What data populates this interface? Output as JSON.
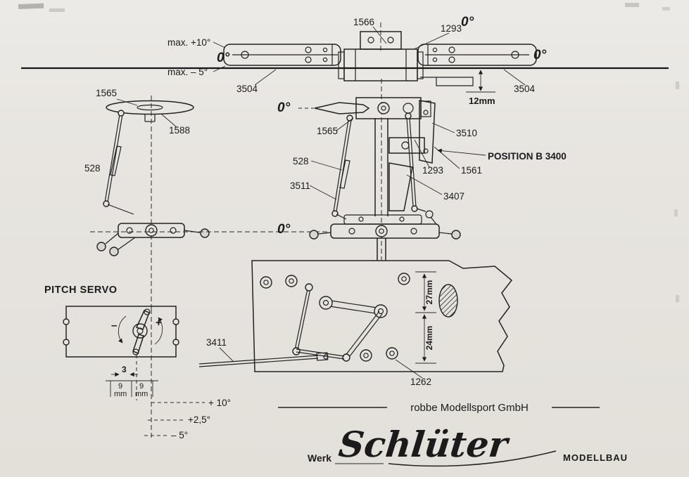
{
  "colors": {
    "paper": "#e7e4df",
    "ink": "#1e1e1e"
  },
  "top_view": {
    "part_1566": "1566",
    "part_1293": "1293",
    "zero_top": "0°",
    "zero_left": "0°",
    "zero_right": "0°",
    "max_plus": "max. +10°",
    "max_minus": "max. – 5°",
    "part_3504_left": "3504",
    "part_3504_right": "3504",
    "dim_12mm": "12mm"
  },
  "swash_left": {
    "part_1565": "1565",
    "part_1588": "1588",
    "part_528": "528"
  },
  "head_center": {
    "zero_mid": "0°",
    "zero_low": "0°",
    "part_1565": "1565",
    "part_528": "528",
    "part_3511": "3511",
    "part_3510": "3510",
    "part_1293": "1293",
    "part_1561": "1561",
    "position_b": "POSITION B 3400",
    "part_3407": "3407"
  },
  "frame": {
    "dim_27mm": "27mm",
    "dim_24mm": "24mm",
    "part_3411": "3411",
    "part_1262": "1262"
  },
  "servo": {
    "title": "PITCH SERVO",
    "minus": "–",
    "plus": "+",
    "dim_3": "3",
    "dim_9_left": "9",
    "unit_left": "mm",
    "dim_9_right": "9",
    "unit_right": "mm",
    "pitch_plus_10": "+ 10°",
    "pitch_plus_25": "+2,5°",
    "pitch_minus_5": "– 5°"
  },
  "footer": {
    "company": "robbe Modellsport GmbH",
    "werk_label": "Werk",
    "brand": "Schlüter",
    "brand_suffix": "MODELLBAU"
  }
}
